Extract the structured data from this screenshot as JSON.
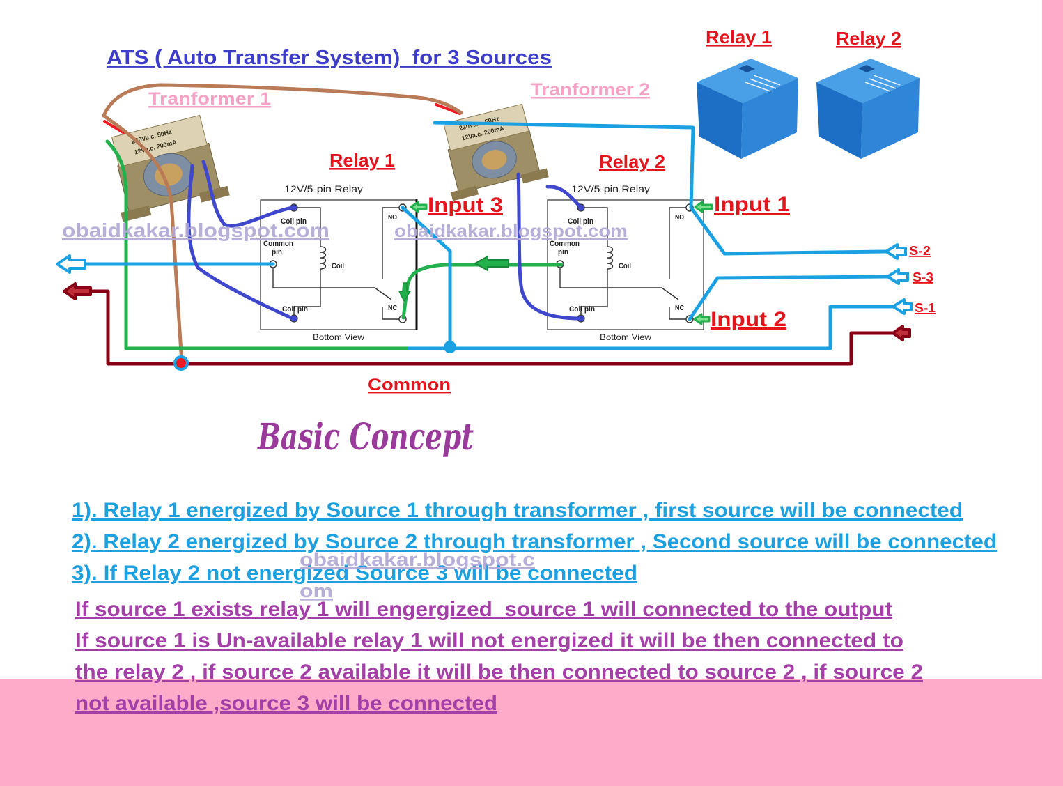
{
  "title": "ATS ( Auto Transfer System)  for 3 Sources",
  "watermarks": {
    "upper_left": "obaidkakar.blogspot.com",
    "upper_center": "obaidkakar.blogspot.com",
    "lower_line_1": "obaidkakar.blogspot.c",
    "lower_line_2": "om"
  },
  "transformers": [
    {
      "label": "Tranformer 1",
      "plate": [
        "230Va.c. 50Hz",
        "12Va.c. 200mA"
      ]
    },
    {
      "label": "Tranformer 2",
      "plate": [
        "230Va.c. 50Hz",
        "12Va.c. 200mA"
      ]
    }
  ],
  "relay_photos": [
    {
      "label": "Relay 1"
    },
    {
      "label": "Relay 2"
    }
  ],
  "relays": [
    {
      "label": "Relay 1",
      "heading": "12V/5-pin Relay",
      "coil_pin_top": "Coil pin",
      "common_pin_1": "Common",
      "common_pin_2": "pin",
      "coil": "Coil",
      "coil_pin_bottom": "Coil pin",
      "no": "NO",
      "nc": "NC",
      "view": "Bottom View"
    },
    {
      "label": "Relay 2",
      "heading": "12V/5-pin Relay",
      "coil_pin_top": "Coil pin",
      "common_pin_1": "Common",
      "common_pin_2": "pin",
      "coil": "Coil",
      "coil_pin_bottom": "Coil pin",
      "no": "NO",
      "nc": "NC",
      "view": "Bottom View"
    }
  ],
  "inputs": {
    "input_1": "Input 1",
    "input_2": "Input 2",
    "input_3": "Input 3"
  },
  "sources": {
    "s1": "S-1",
    "s2": "S-2",
    "s3": "S-3"
  },
  "common_label": "Common",
  "section_heading": "Basic Concept",
  "steps": [
    "1). Relay 1 energized by Source 1 through transformer , first source will be connected",
    "2). Relay 2 energized by Source 2 through transformer , Second source will be connected",
    "3). If Relay 2 not energized Source 3 will be connected"
  ],
  "explanation": [
    "If source 1 exists relay 1 will engergized  source 1 will connected to the output",
    "If source 1 is Un-available relay 1 will not energized it will be then connected to",
    "the relay 2 , if source 2 available it will be then connected to source 2 , if source 2",
    "not available ,source 3 will be connected"
  ],
  "colors": {
    "background": "#ffffff",
    "background_pink": "#fdabc9",
    "title": "#3c3cc8",
    "label_red": "#e3141c",
    "transformer_label": "#f6a2c6",
    "watermark": "#b2a8d6",
    "heading": "#9a3b9c",
    "steps": "#1da0df",
    "explanation": "#a33fa7",
    "wire_brown": "#b97a57",
    "wire_red": "#ed1c24",
    "wire_green": "#22b14c",
    "wire_light_blue": "#1ba1e2",
    "wire_navy": "#3f48cc",
    "wire_maroon": "#880015",
    "relay_blue": "#2f86d8"
  }
}
